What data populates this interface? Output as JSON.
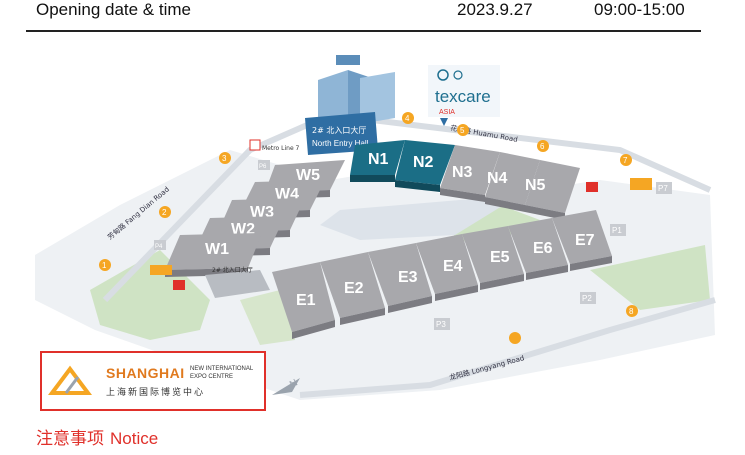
{
  "header": {
    "label": "Opening date & time",
    "date": "2023.9.27",
    "time": "09:00-15:00"
  },
  "entry_hall": {
    "cn": "2# 北入口大厅",
    "en": "North Entry Hall"
  },
  "halls": {
    "north": [
      "N1",
      "N2",
      "N3",
      "N4",
      "N5"
    ],
    "west": [
      "W1",
      "W2",
      "W3",
      "W4",
      "W5"
    ],
    "east": [
      "E1",
      "E2",
      "E3",
      "E4",
      "E5",
      "E6",
      "E7"
    ]
  },
  "highlighted_halls": [
    "N1",
    "N2"
  ],
  "texcare": {
    "name": "texcare",
    "sub": "ASIA"
  },
  "roads": {
    "north": "花木路 Huamu Road",
    "south": "龙阳路 Longyang Road",
    "west": "芳甸路 Fang Dian Road"
  },
  "parking": [
    "P1",
    "P2",
    "P3",
    "P4",
    "P6",
    "P7"
  ],
  "gates": [
    "1",
    "2",
    "3",
    "4",
    "5",
    "6",
    "7",
    "8"
  ],
  "metro": "Metro Line 7",
  "logo": {
    "brand": "SHANGHAI",
    "line1": "NEW INTERNATIONAL",
    "line2": "EXPO CENTRE",
    "cn": "上海新国际博览中心"
  },
  "notice": {
    "cn": "注意事项",
    "en": "Notice"
  },
  "colors": {
    "highlight": "#1b6e86",
    "hall": "#a8a8ac",
    "logo_border": "#e0302a",
    "notice": "#e0302a"
  }
}
